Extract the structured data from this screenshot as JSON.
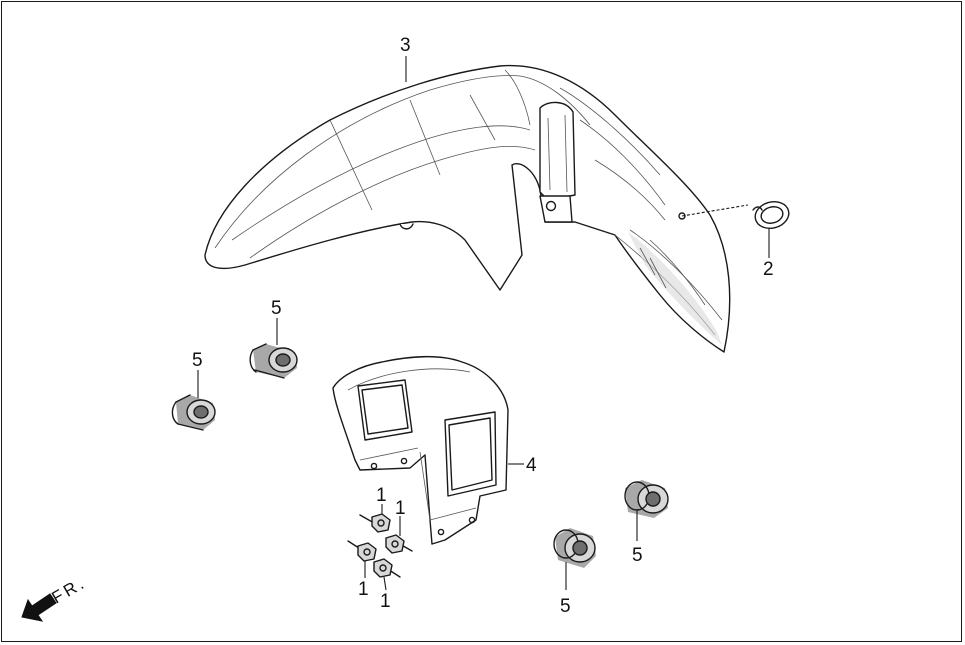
{
  "callouts": {
    "part_1a": "1",
    "part_1b": "1",
    "part_1c": "1",
    "part_1d": "1",
    "part_2": "2",
    "part_3": "3",
    "part_4": "4",
    "part_5a": "5",
    "part_5b": "5",
    "part_5c": "5",
    "part_5d": "5"
  },
  "direction": {
    "label": "FR.",
    "icon": "front-arrow-icon"
  },
  "colors": {
    "line": "#1a1a1a",
    "background": "#ffffff"
  }
}
